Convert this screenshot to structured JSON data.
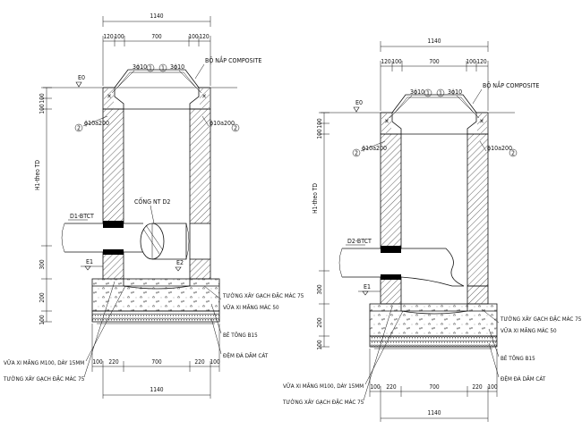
{
  "labels": {
    "cover": "BỘ NẮP COMPOSITE",
    "rebar_top": "3ϕ10",
    "rebar_side": "ϕ10a200",
    "rebar_num_1": "1",
    "rebar_num_2": "2",
    "level_e0": "E0",
    "level_e1": "E1",
    "level_e2": "E2",
    "pipe_d2": "CỐNG NT D2",
    "wall_brick": "TƯỜNG XÂY GẠCH ĐẶC MÁC 75",
    "mortar_m50": "VỮA XI MĂNG MÁC 50",
    "concrete_b15": "BÊ TÔNG B15",
    "sand_gravel": "ĐỆM ĐÁ DĂM CÁT",
    "mortar_m100": "VỮA XI MĂNG M100, DÀY 15MM",
    "wall_brick_2": "TƯỜNG XÂY GẠCH ĐẶC MÁC 75",
    "height_label": "H1-theo TD"
  },
  "left_detail": {
    "pipe_label": "D1-BTCT",
    "top_total": "1140",
    "top_parts": [
      "120",
      "100",
      "700",
      "100",
      "120"
    ],
    "bottom_parts": [
      "100",
      "220",
      "700",
      "220",
      "100"
    ],
    "bottom_total": "1140",
    "vertical_dims": [
      "100",
      "100",
      "300",
      "200",
      "100"
    ]
  },
  "right_detail": {
    "pipe_label": "D2-BTCT",
    "top_total": "1140",
    "top_parts": [
      "120",
      "100",
      "700",
      "100",
      "120"
    ],
    "bottom_parts": [
      "100",
      "220",
      "700",
      "220",
      "100"
    ],
    "bottom_total": "1140",
    "vertical_dims": [
      "100",
      "100",
      "300",
      "200",
      "100"
    ]
  }
}
